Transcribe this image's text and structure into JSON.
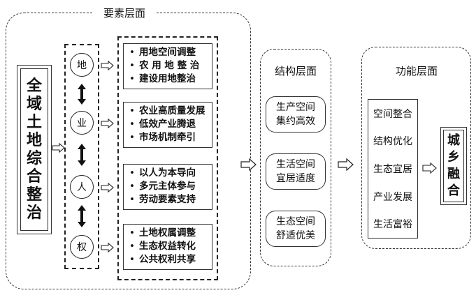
{
  "left_panel": {
    "title": "要素层面",
    "source_chars": [
      "全",
      "域",
      "土",
      "地",
      "综",
      "合",
      "整",
      "治"
    ],
    "elements": [
      "地",
      "业",
      "人",
      "权"
    ],
    "groups": [
      [
        "用地空间调整",
        "农 用 地 整 治",
        "建设用地整治"
      ],
      [
        "农业高质量发展",
        "低效产业腾退",
        "市场机制牵引"
      ],
      [
        "以人为本导向",
        "多元主体参与",
        "劳动要素支持"
      ],
      [
        "土地权属调整",
        "生态权益转化",
        "公共权利共享"
      ]
    ]
  },
  "structure_panel": {
    "title": "结构层面",
    "boxes": [
      [
        "生产空间",
        "集约高效"
      ],
      [
        "生活空间",
        "宜居适度"
      ],
      [
        "生态空间",
        "舒适优美"
      ]
    ]
  },
  "function_panel": {
    "title": "功能层面",
    "items": [
      "空间整合",
      "结构优化",
      "生态宜居",
      "产业发展",
      "生活富裕"
    ]
  },
  "outcome_chars": [
    "城",
    "乡",
    "融",
    "合"
  ]
}
